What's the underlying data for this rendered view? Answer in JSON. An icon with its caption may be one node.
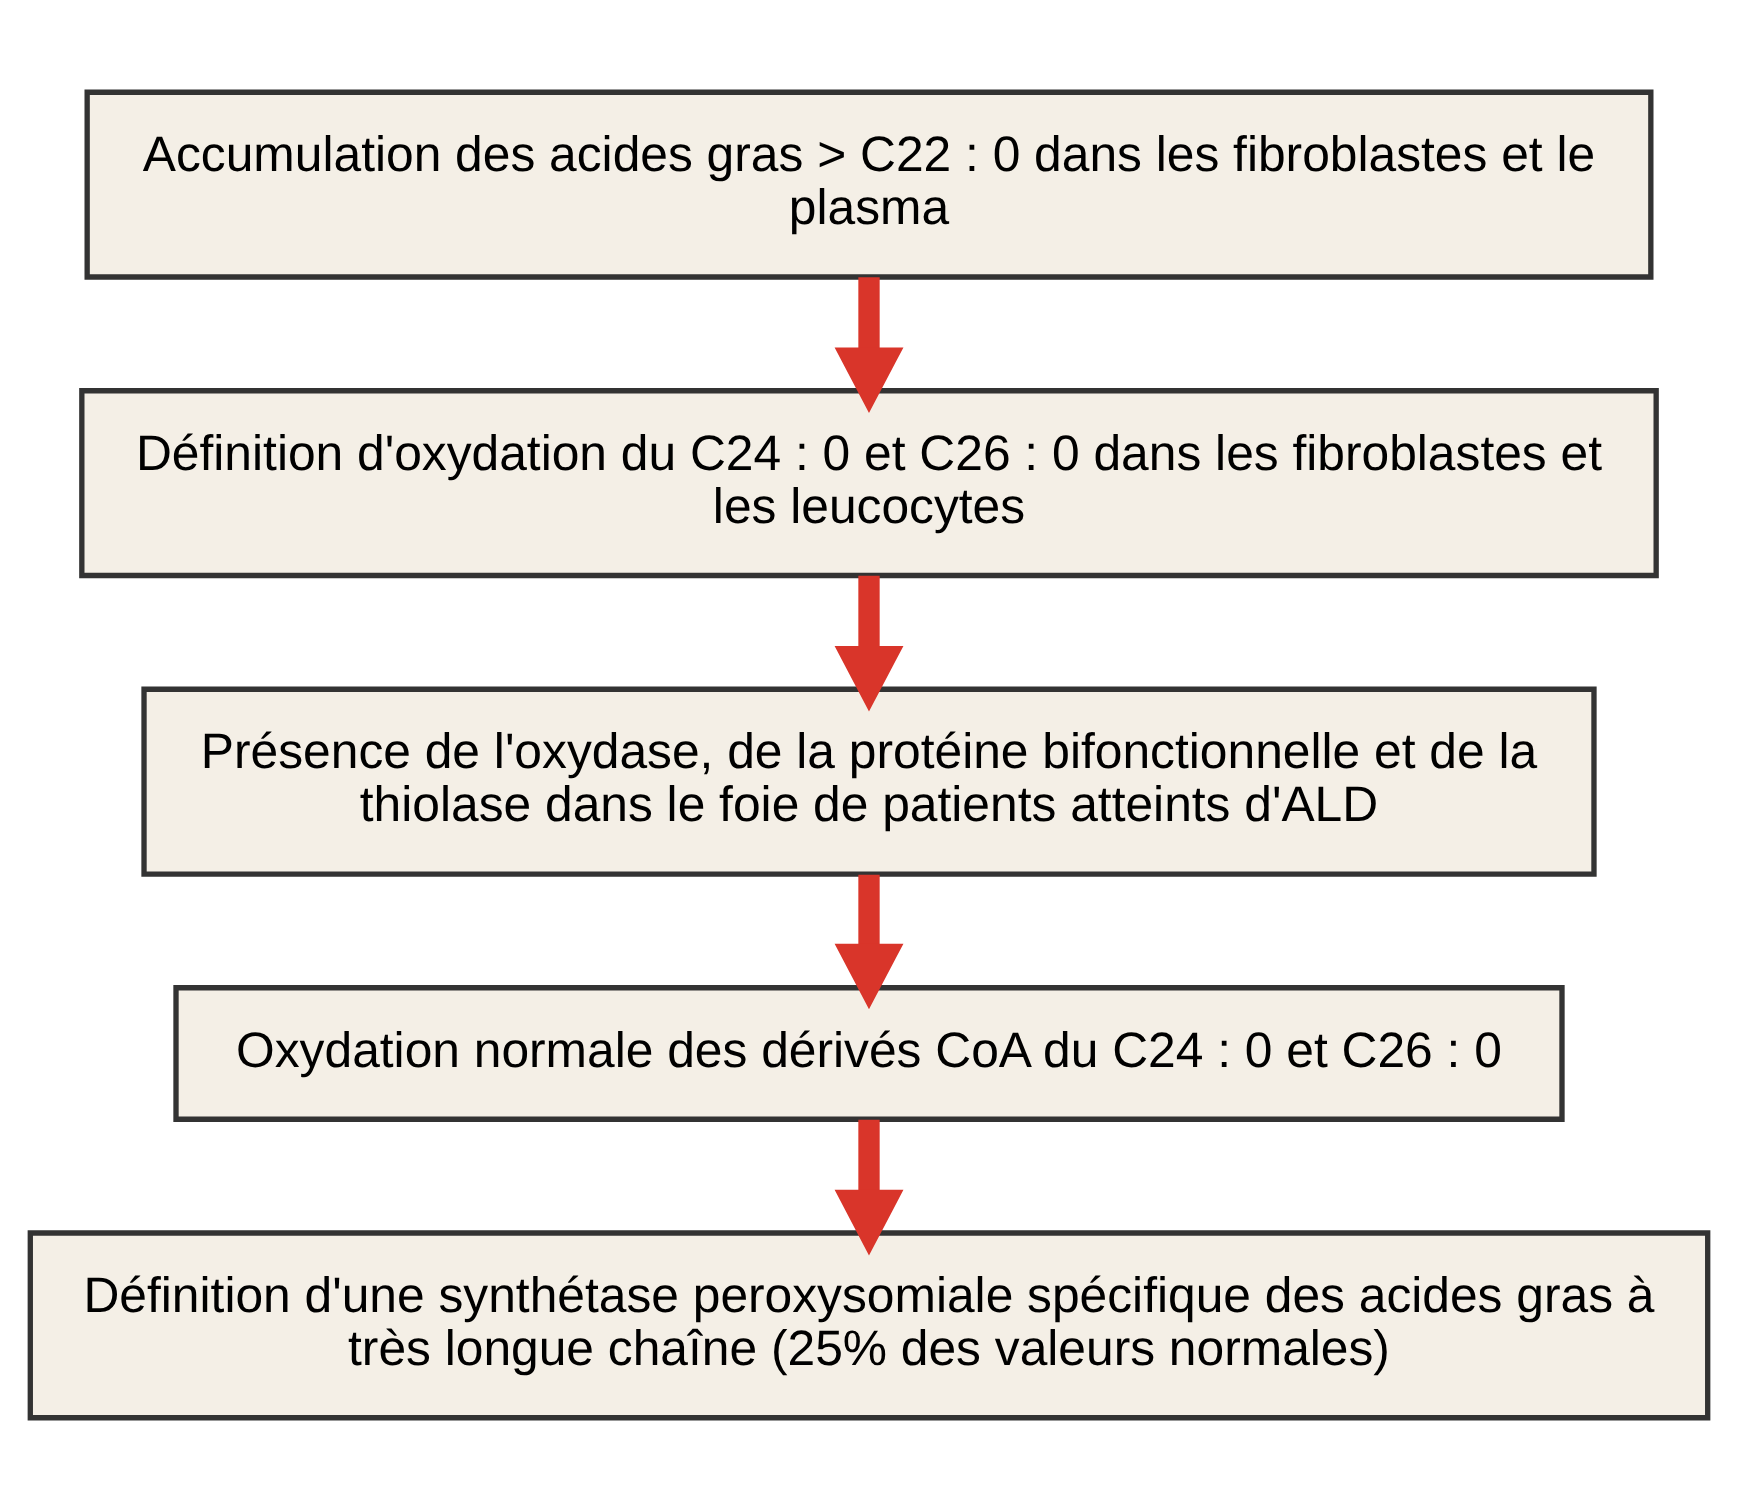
{
  "diagram": {
    "nodes": [
      {
        "text": [
          "Accumulation des acides gras > C22 : 0 dans les fibroblastes et le plasma"
        ]
      },
      {
        "text": [
          "Définition d'oxydation du C24 : 0 et C26 : 0 dans les fibroblastes et les leucocytes"
        ]
      },
      {
        "text": [
          "Présence de l'oxydase, de la protéine bifonctionnelle et de la thiolase dans le foie de patients atteints d'ALD"
        ]
      },
      {
        "text": [
          "Oxydation normale des dérivés CoA du C24 : 0 et C26 : 0"
        ]
      },
      {
        "text": [
          "Définition d'une synthétase peroxysomiale spécifique des acides gras à très longue chaîne (25% des valeurs normales)"
        ]
      }
    ],
    "edges": [
      {
        "from": 0,
        "to": 1,
        "arrow": "to"
      },
      {
        "from": 1,
        "to": 2,
        "arrow": "to"
      },
      {
        "from": 2,
        "to": 3,
        "arrow": "to"
      },
      {
        "from": 3,
        "to": 4,
        "arrow": "to"
      }
    ]
  }
}
